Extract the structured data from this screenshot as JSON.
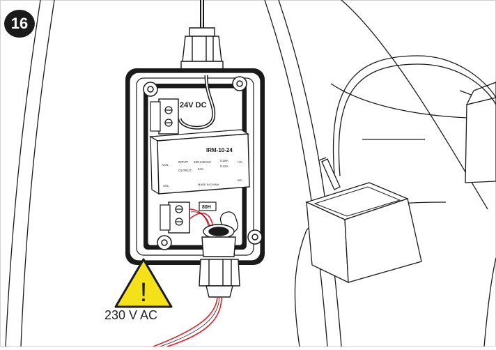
{
  "step": {
    "number": "16"
  },
  "warning": {
    "voltage": "230 V AC",
    "symbol": "!"
  },
  "device": {
    "model": "IRM-10-24",
    "terminal_label": "24V DC",
    "label_lines": [
      "INPUT:",
      "100-240VAC",
      "0.35A",
      "OUTPUT:",
      "24V",
      "0.42A",
      "ACN",
      "ACL",
      "+Vo",
      "-Vo",
      "MADE IN CHINA"
    ],
    "fuse_label": "80H"
  },
  "colors": {
    "warning_fill": "#f5e11a",
    "cable_red": "#e0202a",
    "line": "#1a1a1a"
  }
}
